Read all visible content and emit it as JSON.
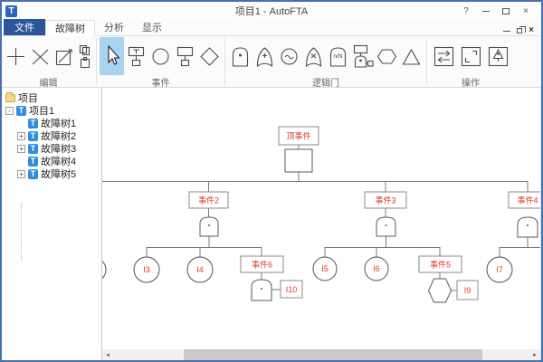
{
  "titlebar": {
    "app_initial": "T",
    "title": "项目1 - AutoFTA",
    "help": "?",
    "close": "×"
  },
  "ribbon": {
    "tabs": [
      {
        "label": "文件"
      },
      {
        "label": "故障树"
      },
      {
        "label": "分析"
      },
      {
        "label": "显示"
      }
    ],
    "active_tab": "故障树",
    "close": "×"
  },
  "toolbar": {
    "groups": [
      {
        "label": "编辑"
      },
      {
        "label": "事件"
      },
      {
        "label": "逻辑门"
      },
      {
        "label": "操作"
      }
    ],
    "selected_tool": "cursor",
    "voting_label": "n/N"
  },
  "sidebar": {
    "root_label": "项目",
    "tree_icon_letter": "T",
    "project": {
      "label": "项目1",
      "expander": "-"
    },
    "items": [
      {
        "label": "故障树1",
        "expander": ""
      },
      {
        "label": "故障树2",
        "expander": "+"
      },
      {
        "label": "故障树3",
        "expander": "+"
      },
      {
        "label": "故障树4",
        "expander": ""
      },
      {
        "label": "故障树5",
        "expander": "+"
      }
    ]
  },
  "diagram": {
    "top_event": "顶事件",
    "event2": "事件2",
    "event3": "事件3",
    "event4": "事件4",
    "event5": "事件5",
    "event6": "事件6",
    "i3": "I3",
    "i4": "I4",
    "i5": "I5",
    "i6": "I6",
    "i7": "I7",
    "i9": "I9",
    "i10": "I10"
  },
  "scrollbar": {
    "left_arrow": "◂",
    "right_arrow": "▸"
  },
  "colors": {
    "window_border": "#4472b4",
    "file_tab_blue": "#2b579a",
    "tool_selection_blue": "#abd3f0",
    "node_text_red": "#e2382a"
  }
}
